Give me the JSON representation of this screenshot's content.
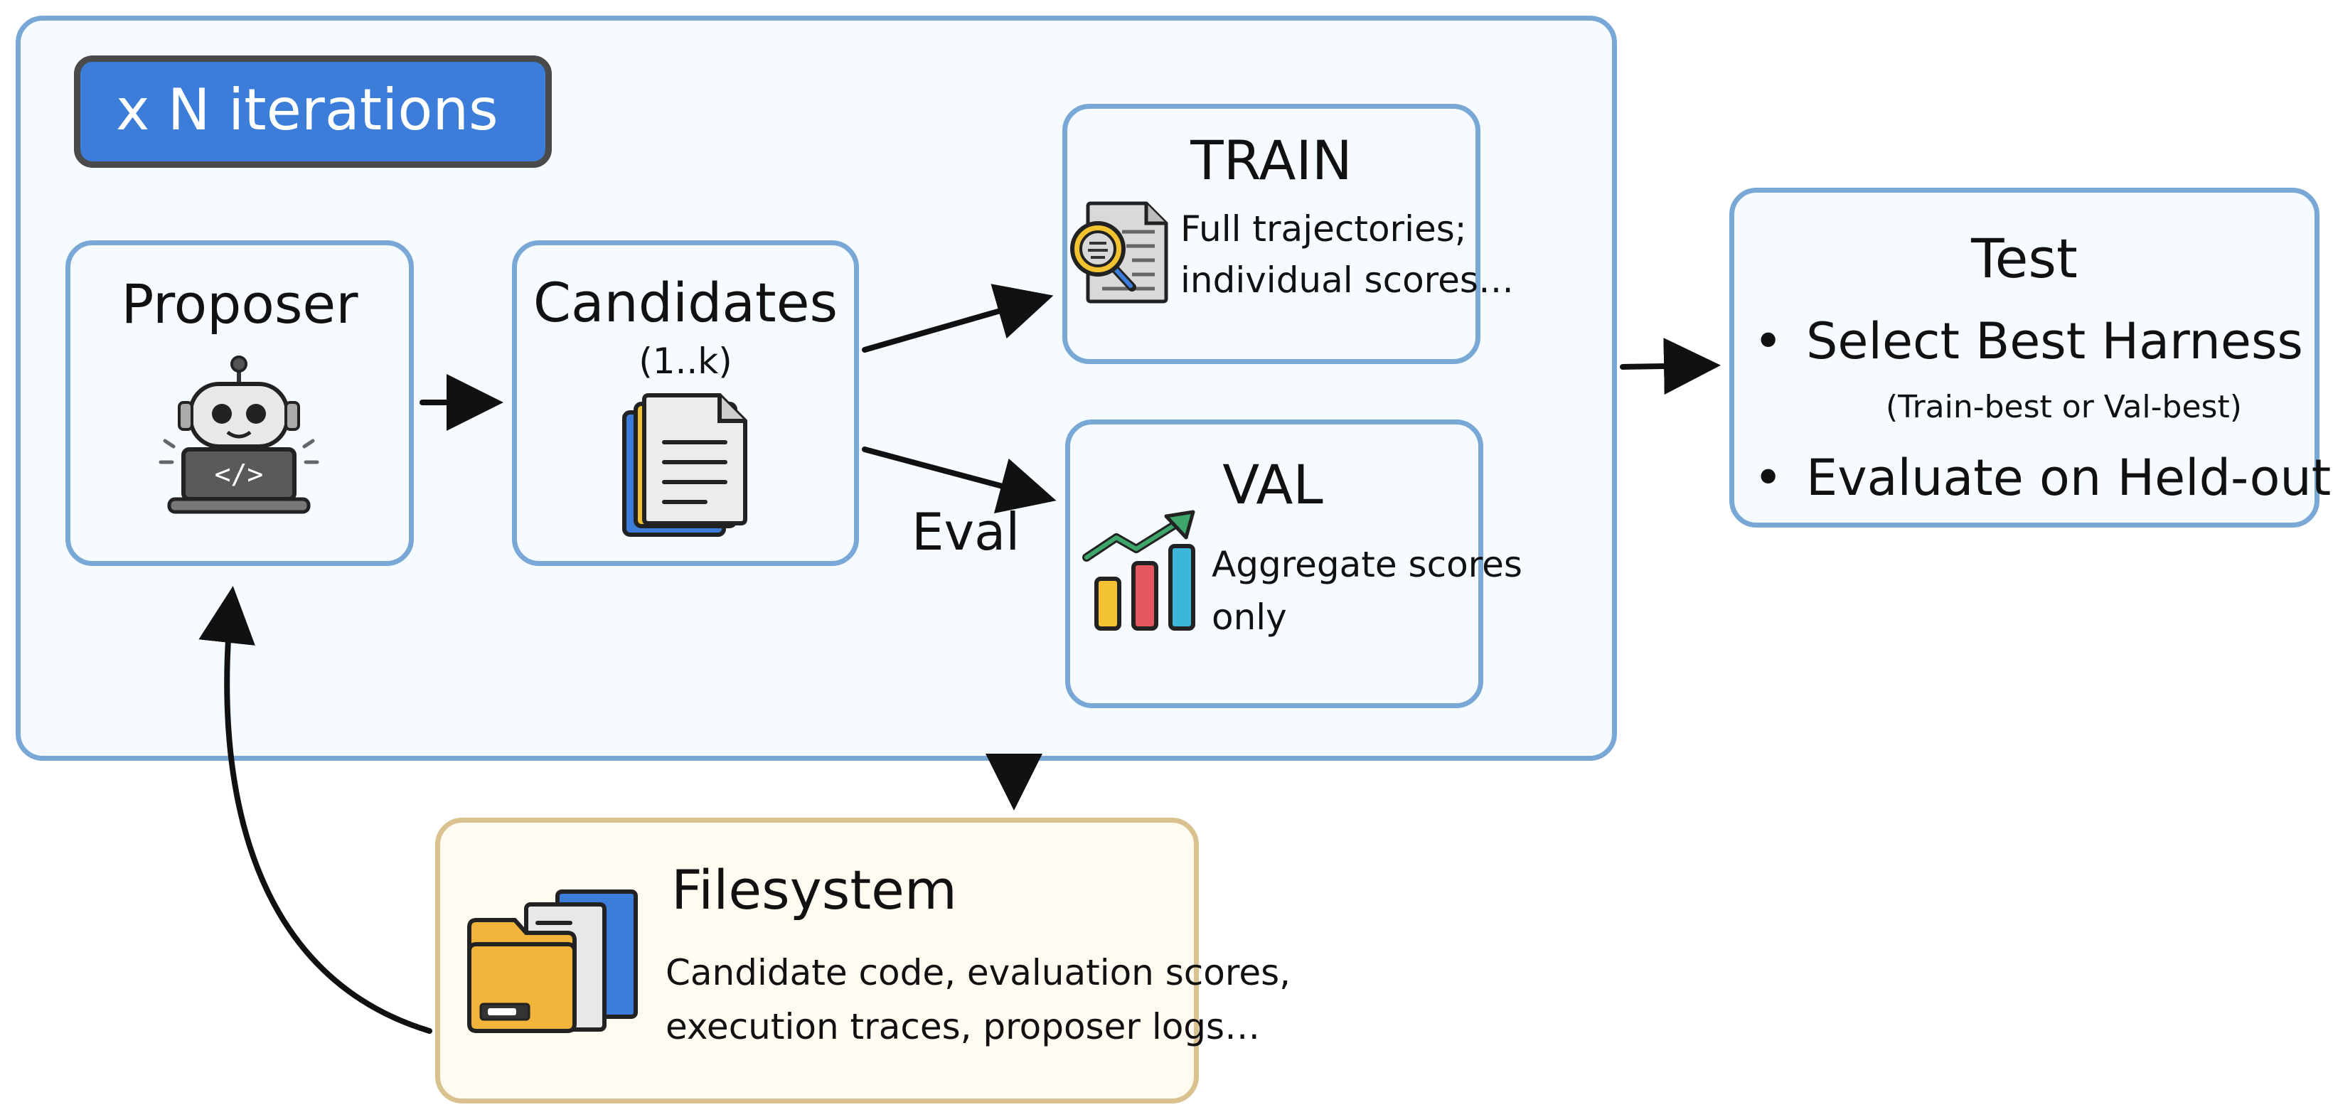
{
  "loop": {
    "label": "x N iterations"
  },
  "proposer": {
    "title": "Proposer",
    "icon": "robot-laptop-icon"
  },
  "candidates": {
    "title": "Candidates",
    "subtitle": "(1..k)",
    "icon": "documents-stack-icon"
  },
  "eval": {
    "label": "Eval"
  },
  "train": {
    "title": "TRAIN",
    "lines": [
      "Full trajectories;",
      "individual scores…"
    ],
    "icon": "document-magnifier-icon"
  },
  "val": {
    "title": "VAL",
    "lines": [
      "Aggregate scores",
      "only"
    ],
    "icon": "bar-chart-trend-icon"
  },
  "test": {
    "title": "Test",
    "bullet_1": "Select Best Harness",
    "bullet_1_note": "(Train-best or Val-best)",
    "bullet_2": "Evaluate on Held-out",
    "bullet_glyph": "•"
  },
  "filesystem": {
    "title": "Filesystem",
    "lines": [
      "Candidate code, evaluation scores,",
      "execution traces, proposer logs…"
    ],
    "icon": "folder-files-icon"
  },
  "colors": {
    "box_border": "#7aa8d6",
    "box_fill": "#f5fbff",
    "label_fill": "#3c7dd9",
    "filesystem_border": "#d9c28f",
    "filesystem_fill": "#fffbf0",
    "arrow": "#111111"
  }
}
